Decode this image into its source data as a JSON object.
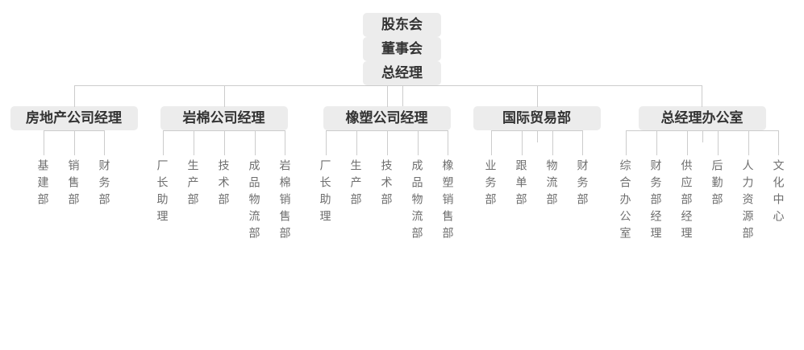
{
  "org": {
    "levels": {
      "shareholders": "股东会",
      "board": "董事会",
      "general_manager": "总经理"
    },
    "branches": [
      {
        "label": "房地产公司经理",
        "children": [
          "基建部",
          "销售部",
          "财务部"
        ]
      },
      {
        "label": "岩棉公司经理",
        "children": [
          "厂长助理",
          "生产部",
          "技术部",
          "成品物流部",
          "岩棉销售部"
        ]
      },
      {
        "label": "橡塑公司经理",
        "children": [
          "厂长助理",
          "生产部",
          "技术部",
          "成品物流部",
          "橡塑销售部"
        ]
      },
      {
        "label": "国际贸易部",
        "children": [
          "业务部",
          "跟单部",
          "物流部",
          "财务部"
        ]
      },
      {
        "label": "总经理办公室",
        "children": [
          "综合办公室",
          "财务部经理",
          "供应部经理",
          "后勤部",
          "人力资源部",
          "文化中心"
        ]
      }
    ],
    "colors": {
      "node_background": "#ececec",
      "node_text": "#333333",
      "connector_line": "#cccccc",
      "leaf_text": "#6e6e6e"
    }
  }
}
